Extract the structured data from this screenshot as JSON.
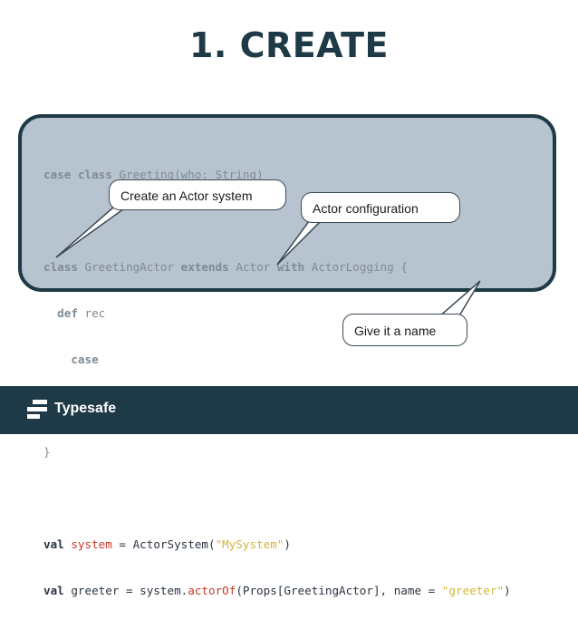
{
  "slide": {
    "title": "1. CREATE"
  },
  "code": {
    "line1": {
      "kw1": "case",
      "kw2": "class",
      "rest": " Greeting(who: String)"
    },
    "line3": {
      "kw1": "class",
      "name": " GreetingActor ",
      "kw2": "extends",
      "mid": " Actor ",
      "kw3": "with",
      "rest": " ActorLogging {"
    },
    "line4": {
      "kw": "def",
      "rest": " rec"
    },
    "line5": {
      "kw": "case"
    },
    "line6": {
      "text": "  }"
    },
    "line7": {
      "text": "}"
    },
    "line9": {
      "kw": "val",
      "var": "system",
      "mid": " = ActorSystem(",
      "str": "\"MySystem\"",
      "end": ")"
    },
    "line10": {
      "kw": "val",
      "a": " greeter = system.",
      "method": "actorOf",
      "b": "(Props[GreetingActor], name = ",
      "str": "\"greeter\"",
      "end": ")"
    }
  },
  "callouts": {
    "create_system": "Create an Actor system",
    "actor_config": "Actor configuration",
    "give_name": "Give it a name"
  },
  "footer": {
    "brand": "Typesafe"
  },
  "colors": {
    "title": "#1e3a47",
    "panel_bg": "#b7c4cf",
    "panel_border": "#1e3a47",
    "keyword_red": "#c63a2a",
    "string_yellow": "#d4b63a",
    "footer_bg": "#1e3a47"
  }
}
